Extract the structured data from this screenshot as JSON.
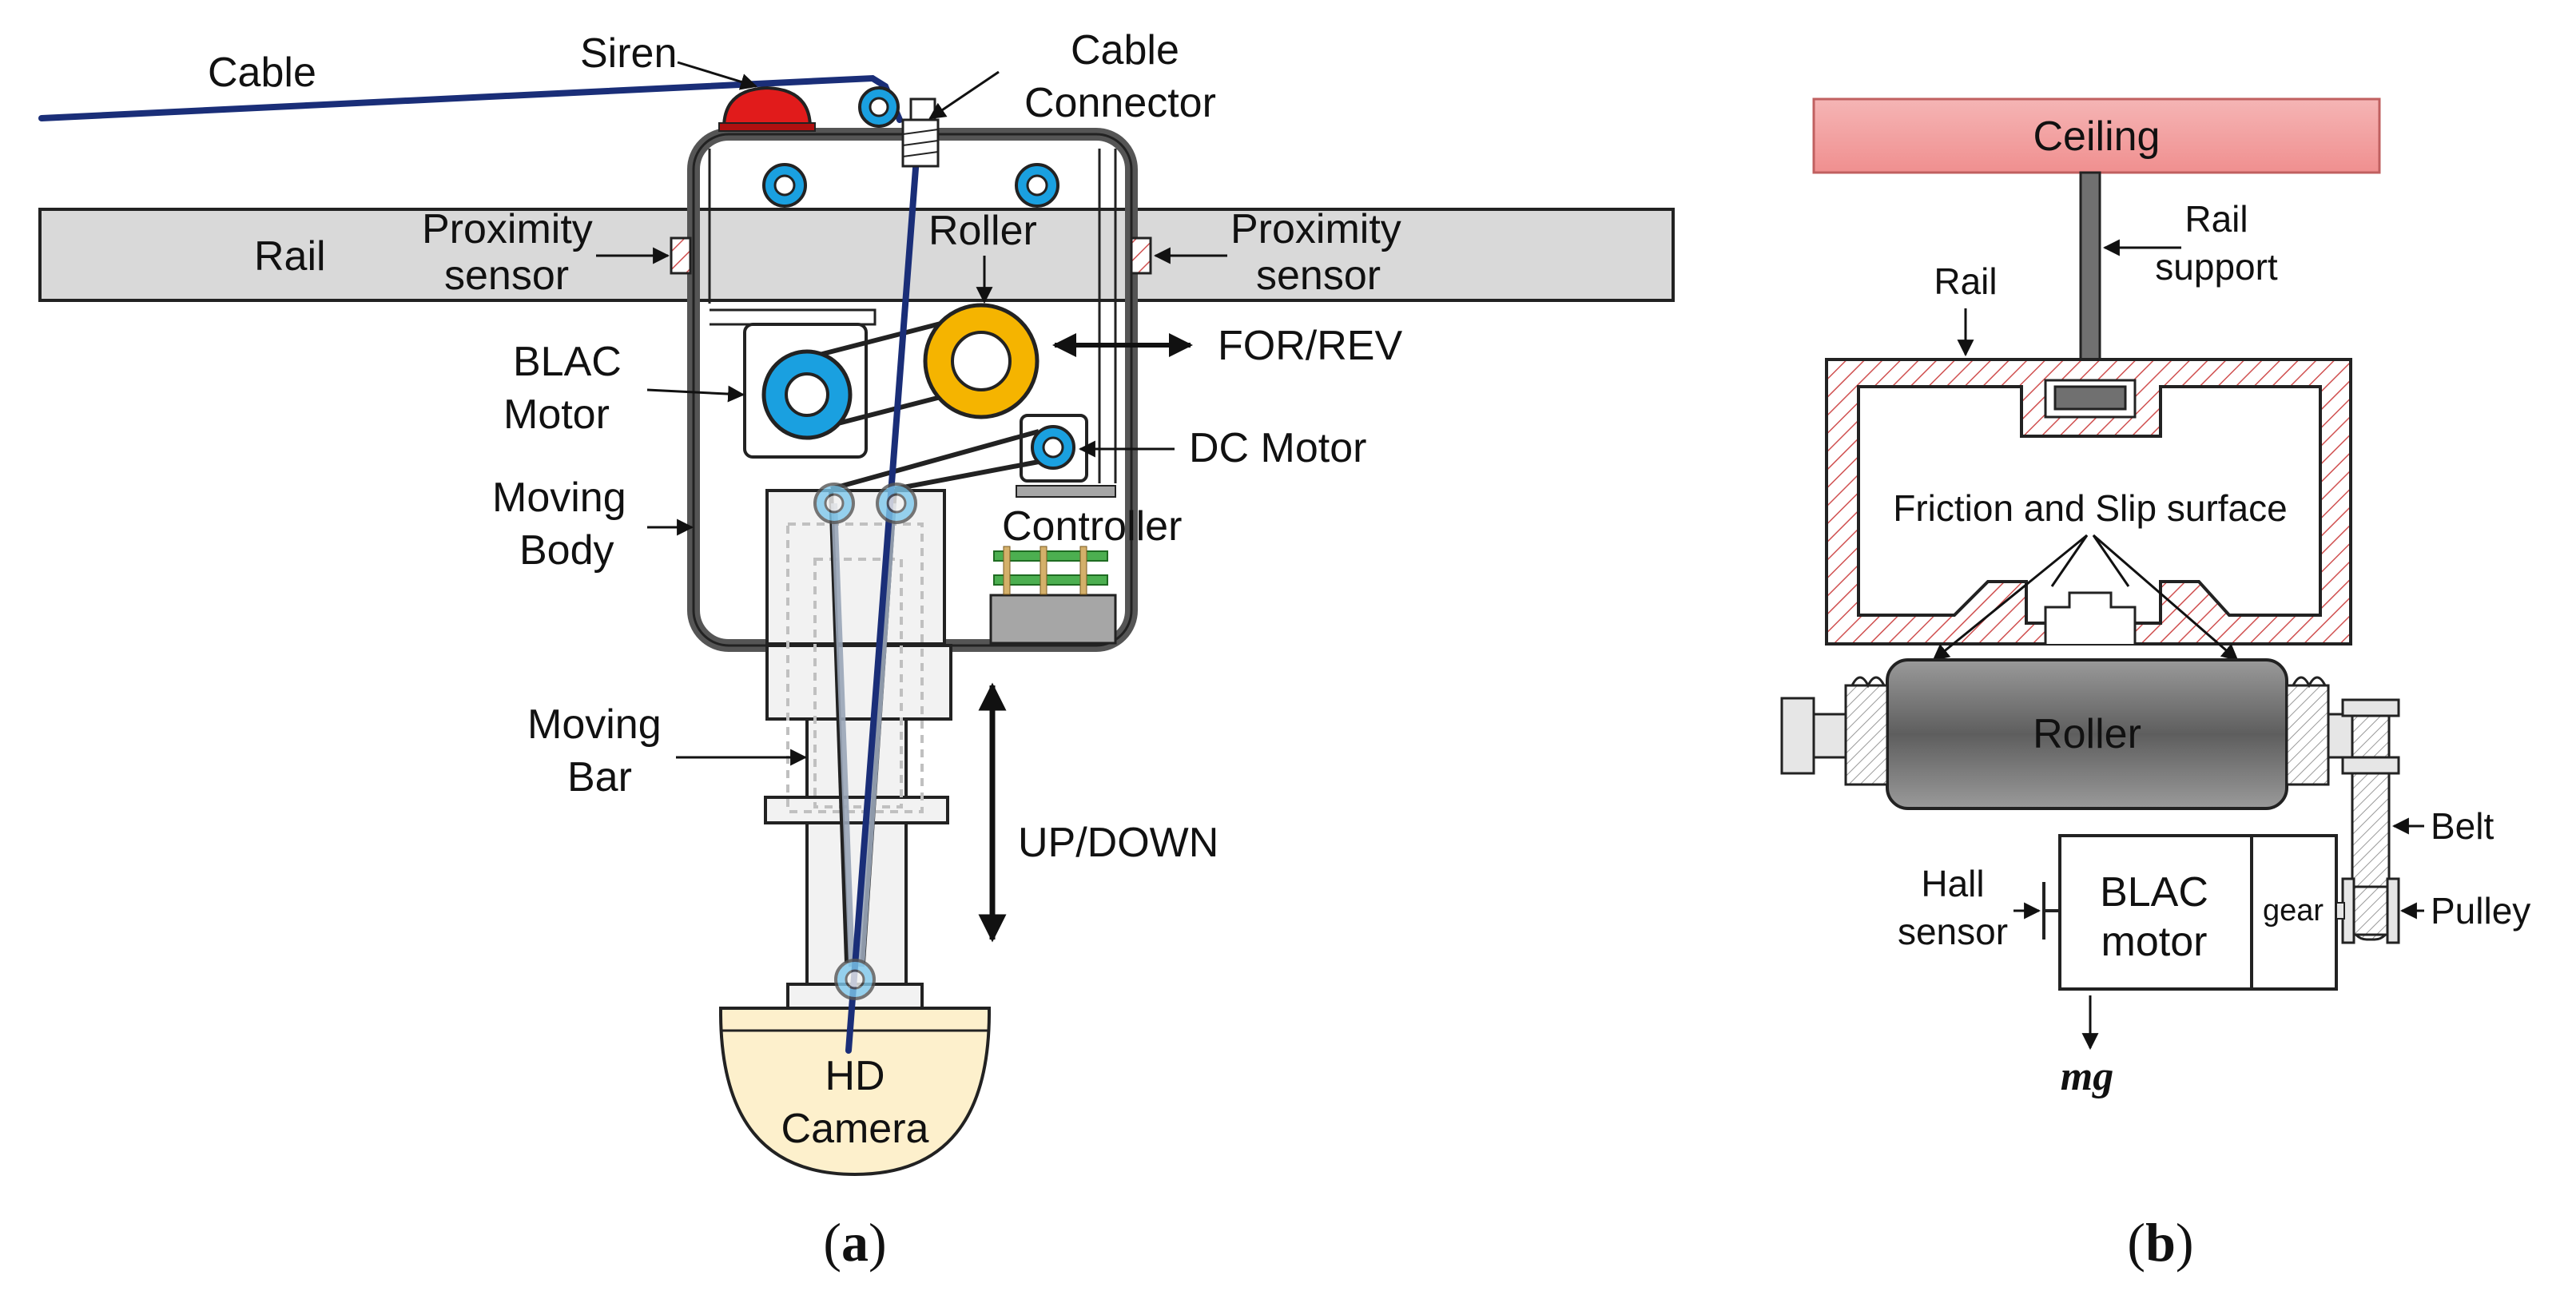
{
  "panel_a": {
    "caption_open": "(",
    "caption_letter": "a",
    "caption_close": ")",
    "labels": {
      "cable": "Cable",
      "siren": "Siren",
      "cable_connector_1": "Cable",
      "cable_connector_2": "Connector",
      "rail": "Rail",
      "prox_left_1": "Proximity",
      "prox_left_2": "sensor",
      "prox_right_1": "Proximity",
      "prox_right_2": "sensor",
      "roller": "Roller",
      "blac_1": "BLAC",
      "blac_2": "Motor",
      "for_rev": "FOR/REV",
      "dc_motor": "DC Motor",
      "moving_body_1": "Moving",
      "moving_body_2": "Body",
      "controller": "Controller",
      "moving_bar_1": "Moving",
      "moving_bar_2": "Bar",
      "up_down": "UP/DOWN",
      "hd_camera_1": "HD",
      "hd_camera_2": "Camera"
    },
    "colors": {
      "cable": "#1a2e78",
      "siren": "#e11b1b",
      "pulley_ring": "#1aa0e0",
      "roller_ring": "#f5b400",
      "rail_fill": "#d9d9d9",
      "body_outline": "#555555",
      "camera_fill": "#fdf0cc",
      "controller_board": "#4caf50"
    }
  },
  "panel_b": {
    "caption_open": "(",
    "caption_letter": "b",
    "caption_close": ")",
    "labels": {
      "ceiling": "Ceiling",
      "rail_support_1": "Rail",
      "rail_support_2": "support",
      "rail": "Rail",
      "friction": "Friction and Slip surface",
      "roller": "Roller",
      "belt": "Belt",
      "hall_1": "Hall",
      "hall_2": "sensor",
      "blac_1": "BLAC",
      "blac_2": "motor",
      "gear": "gear",
      "pulley": "Pulley",
      "mg": "mg"
    },
    "colors": {
      "ceiling_fill": "#f2a8a8",
      "hatch": "#d05050",
      "roller_fill": "#7a7a7a",
      "support": "#707070"
    }
  }
}
